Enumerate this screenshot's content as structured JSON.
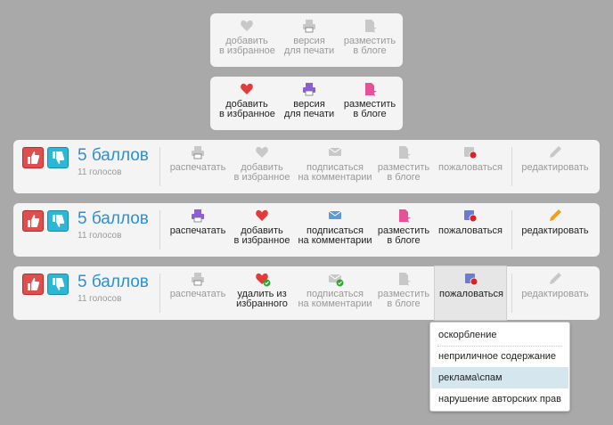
{
  "labels": {
    "add_fav": "добавить\nв избранное",
    "print_version": "версия\nдля печати",
    "post_blog": "разместить\nв блоге",
    "print": "распечатать",
    "subscribe": "подписаться\nна комментарии",
    "complain": "пожаловаться",
    "edit": "редактировать",
    "remove_fav": "удалить из\nизбранного"
  },
  "rating": {
    "score": "5 баллов",
    "votes": "11 голосов"
  },
  "complain_menu": {
    "items": [
      "оскорбление",
      "неприличное содержание",
      "реклама\\спам",
      "нарушение авторских прав"
    ],
    "selected": "реклама\\спам"
  },
  "colors": {
    "background": "#a9a9a9",
    "panel": "#f4f4f4",
    "score": "#2f8fd1",
    "thumb_up": "#e04d4d",
    "thumb_down": "#2db7d6"
  }
}
